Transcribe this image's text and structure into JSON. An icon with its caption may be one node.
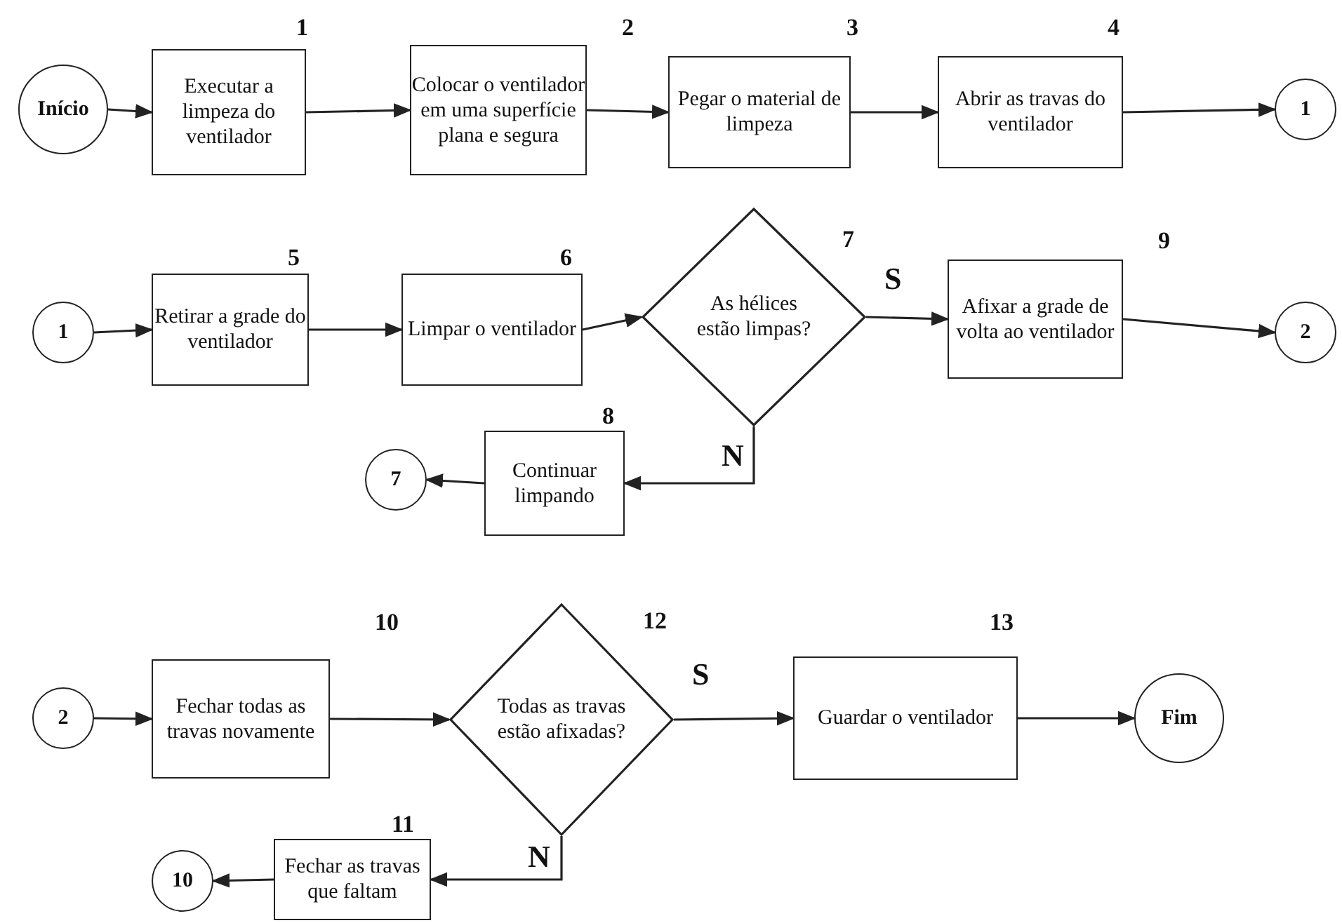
{
  "diagram": {
    "nodes": [
      {
        "text": [
          "Início"
        ]
      },
      {
        "text": [
          "Executar a limpeza do ventilador"
        ],
        "beside": [
          "1"
        ]
      },
      {
        "text": [
          "Colocar o ventilador em uma superfície plana e segura"
        ],
        "beside": [
          "2"
        ]
      },
      {
        "text": [
          "Pegar o material de limpeza"
        ],
        "beside": [
          "3"
        ]
      },
      {
        "text": [
          "Abrir as travas do ventilador"
        ],
        "beside": [
          "4"
        ]
      },
      {
        "text": [
          "1"
        ]
      },
      {
        "text": [
          "1"
        ]
      },
      {
        "text": [
          "Retirar a grade do ventilador"
        ],
        "beside": [
          "5"
        ]
      },
      {
        "text": [
          "Limpar o ventilador"
        ],
        "beside": [
          "6"
        ]
      },
      {
        "text": [
          "As hélices estão limpas?"
        ],
        "beside": [
          "7"
        ]
      },
      {
        "text": [
          "Afixar a grade de volta ao ventilador"
        ],
        "beside": [
          "9"
        ]
      },
      {
        "text": [
          "2"
        ]
      },
      {
        "text": [
          "Continuar limpando"
        ],
        "beside": [
          "8"
        ]
      },
      {
        "text": [
          "7"
        ]
      },
      {
        "text": [
          "2"
        ]
      },
      {
        "text": [
          "Fechar todas as travas novamente"
        ],
        "beside": [
          "10"
        ]
      },
      {
        "text": [
          "Todas as travas estão afixadas?"
        ],
        "beside": [
          "12"
        ]
      },
      {
        "text": [
          "Guardar o ventilador"
        ],
        "beside": [
          "13"
        ]
      },
      {
        "text": [
          "Fim"
        ]
      },
      {
        "text": [
          "Fechar as travas que faltam"
        ],
        "beside": [
          "11"
        ]
      },
      {
        "text": [
          "10"
        ]
      }
    ],
    "edges": [
      {
        "from": 0,
        "to": 1,
        "arrow": "to"
      },
      {
        "from": 1,
        "to": 2,
        "arrow": "to"
      },
      {
        "from": 2,
        "to": 3,
        "arrow": "to"
      },
      {
        "from": 3,
        "to": 4,
        "arrow": "to"
      },
      {
        "from": 4,
        "to": 5,
        "arrow": "to"
      },
      {
        "from": 6,
        "to": 7,
        "arrow": "to"
      },
      {
        "from": 7,
        "to": 8,
        "arrow": "to"
      },
      {
        "from": 8,
        "to": 9,
        "arrow": "to"
      },
      {
        "from": 9,
        "to": 10,
        "arrow": "to",
        "label": "S"
      },
      {
        "from": 10,
        "to": 11,
        "arrow": "to"
      },
      {
        "from": 9,
        "to": 12,
        "arrow": "to",
        "label": "N"
      },
      {
        "from": 12,
        "to": 13,
        "arrow": "to"
      },
      {
        "from": 14,
        "to": 15,
        "arrow": "to"
      },
      {
        "from": 15,
        "to": 16,
        "arrow": "to"
      },
      {
        "from": 16,
        "to": 17,
        "arrow": "to",
        "label": "S"
      },
      {
        "from": 17,
        "to": 18,
        "arrow": "to"
      },
      {
        "from": 16,
        "to": 19,
        "arrow": "to",
        "label": "N"
      },
      {
        "from": 19,
        "to": 20,
        "arrow": "to"
      }
    ]
  }
}
